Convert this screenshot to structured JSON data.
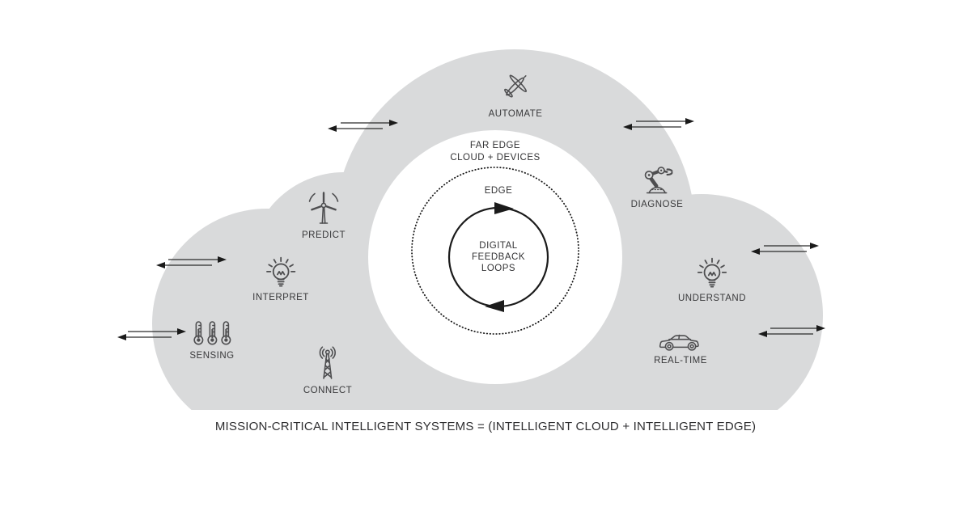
{
  "caption": "MISSION-CRITICAL INTELLIGENT SYSTEMS = (INTELLIGENT CLOUD + INTELLIGENT EDGE)",
  "rings": {
    "far_edge": {
      "line1": "FAR EDGE",
      "line2": "CLOUD + DEVICES"
    },
    "edge": "EDGE",
    "core": {
      "line1": "DIGITAL",
      "line2": "FEEDBACK",
      "line3": "LOOPS"
    }
  },
  "nodes": {
    "automate": {
      "label": "AUTOMATE",
      "icon": "airplane-icon"
    },
    "predict": {
      "label": "PREDICT",
      "icon": "wind-turbine-icon"
    },
    "interpret": {
      "label": "INTERPRET",
      "icon": "lightbulb-icon"
    },
    "sensing": {
      "label": "SENSING",
      "icon": "thermometer-icon"
    },
    "connect": {
      "label": "CONNECT",
      "icon": "radio-tower-icon"
    },
    "diagnose": {
      "label": "DIAGNOSE",
      "icon": "robot-arm-icon"
    },
    "understand": {
      "label": "UNDERSTAND",
      "icon": "lightbulb-icon"
    },
    "realtime": {
      "label": "REAL-TIME",
      "icon": "car-icon"
    }
  },
  "colors": {
    "cloud": "#d9dadb",
    "ink": "#4e4e50",
    "line": "#1b1b1b",
    "background": "#ffffff"
  }
}
